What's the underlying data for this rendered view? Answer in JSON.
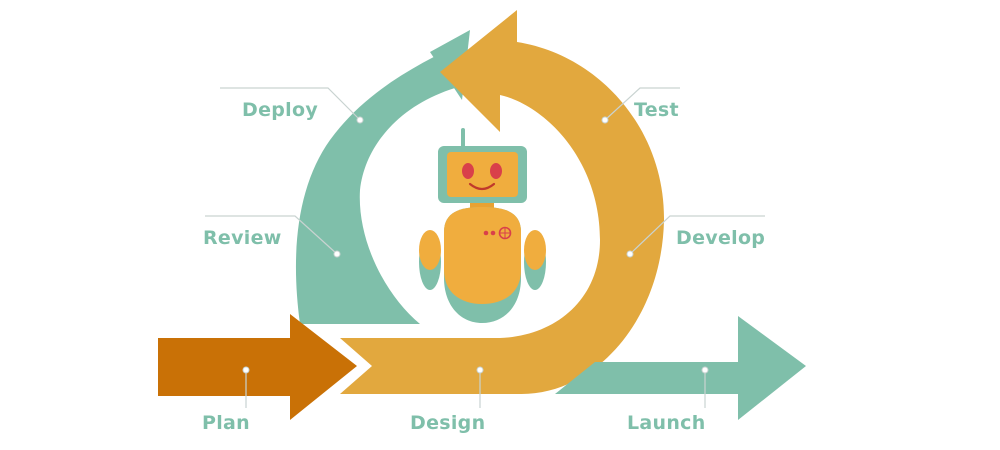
{
  "diagram": {
    "stages": {
      "plan": "Plan",
      "design": "Design",
      "develop": "Develop",
      "test": "Test",
      "deploy": "Deploy",
      "review": "Review",
      "launch": "Launch"
    },
    "colors": {
      "teal": "#7fbfaa",
      "gold": "#e2a83e",
      "orange": "#c97106",
      "robot_body": "#f0ad3e",
      "robot_screen": "#f0ad3e",
      "robot_frame": "#7fbfaa",
      "robot_eyes": "#d9404a",
      "robot_smile": "#c0392b"
    },
    "icons": {
      "center": "robot-icon"
    }
  }
}
